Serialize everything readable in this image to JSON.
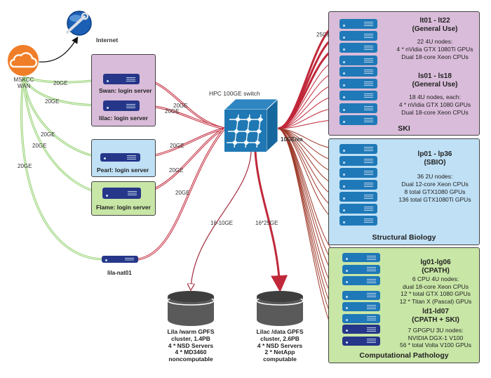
{
  "diagram": {
    "internet": {
      "label": "Internet",
      "icon": "globe-wrench-icon"
    },
    "wan": {
      "label": "MSKCC\nWAN",
      "label_line1": "MSKCC",
      "label_line2": "WAN",
      "icon": "cloud-icon",
      "color": "#f07d28"
    },
    "switch": {
      "label": "HPC 100GE switch",
      "icon": "network-switch-icon",
      "color": "#1f78b4",
      "right_link_label": "10GE/ea"
    },
    "wan_link_labels": [
      "20GE",
      "20GE",
      "20GE",
      "20GE",
      "20GE"
    ],
    "switch_link_labels": [
      "20GE",
      "20GE",
      "20GE",
      "20GE",
      "20GE"
    ],
    "ski_link_label": "25GE",
    "login_servers": [
      {
        "name": "Swan: login server",
        "group": "purple"
      },
      {
        "name": "lilac: login server",
        "group": "purple"
      },
      {
        "name": "Pearl: login server",
        "group": "blue"
      },
      {
        "name": "Flame: login server",
        "group": "green"
      }
    ],
    "nat": {
      "name": "lila-nat01"
    },
    "storage": [
      {
        "link_label": "16-10GE",
        "lines": [
          "Lila  /warm GPFS",
          "cluster, 1.4PB",
          "4 * NSD Servers",
          "4 * MD3460",
          "noncomputable"
        ]
      },
      {
        "link_label": "16*25GE",
        "lines": [
          "Lilac /data GPFS",
          "cluster, 2.6PB",
          "4 * NSD Servers",
          "2 * NetApp",
          "computable"
        ]
      }
    ],
    "groups": [
      {
        "title": "SKI",
        "color": "#d9bcd9",
        "subgroups": [
          {
            "title": "lt01 - lt22",
            "subtitle": "(General Use)",
            "lines": [
              "22 4U nodes:",
              "4 * nVidia GTX 1080Ti GPUs",
              "Dual 18-core Xeon CPUs"
            ],
            "server_count": 4
          },
          {
            "title": "ls01 - ls18",
            "subtitle": "(General Use)",
            "lines": [
              "18  4U nodes, each:",
              "4 * nVidia GTX 1080 GPUs",
              "Dual 18-core Xeon CPUs"
            ],
            "server_count": 5
          }
        ]
      },
      {
        "title": "Structural Biology",
        "color": "#bfe0f5",
        "subgroups": [
          {
            "title": "lp01 - lp36",
            "subtitle": "(SBIO)",
            "lines": [
              "36 2U nodes:",
              "Dual 12-core Xeon CPUs",
              "8 total GTX1080 GPUs",
              "136 total GTX1080Ti GPUs"
            ],
            "server_count": 7
          }
        ]
      },
      {
        "title": "Computational Pathology",
        "color": "#c8e6a6",
        "subgroups": [
          {
            "title": "lg01-lg06",
            "subtitle": "(CPATH)",
            "lines": [
              "6 CPU 4U nodes:",
              "dual 18-core Xeon CPUs",
              "12 * total GTX 1080 GPUs",
              "12 * Titan X (Pascal) GPUs"
            ],
            "server_count": 6
          },
          {
            "title": "ld1-ld07",
            "subtitle": "(CPATH + SKI)",
            "lines": [
              "7 GPGPU 3U nodes:",
              "NVIDIA DGX-1 V100",
              "56 * total Volta V100 GPUs"
            ],
            "server_count": 2
          }
        ]
      }
    ],
    "colors": {
      "purple_box": "#d9bcd9",
      "blue_box": "#bfe0f5",
      "green_box": "#c8e6a6",
      "server_light": "#1f79b8",
      "server_dark": "#263689",
      "link_red": "#c0283a",
      "link_green": "#8fcf6b",
      "storage_gray": "#555555"
    }
  }
}
